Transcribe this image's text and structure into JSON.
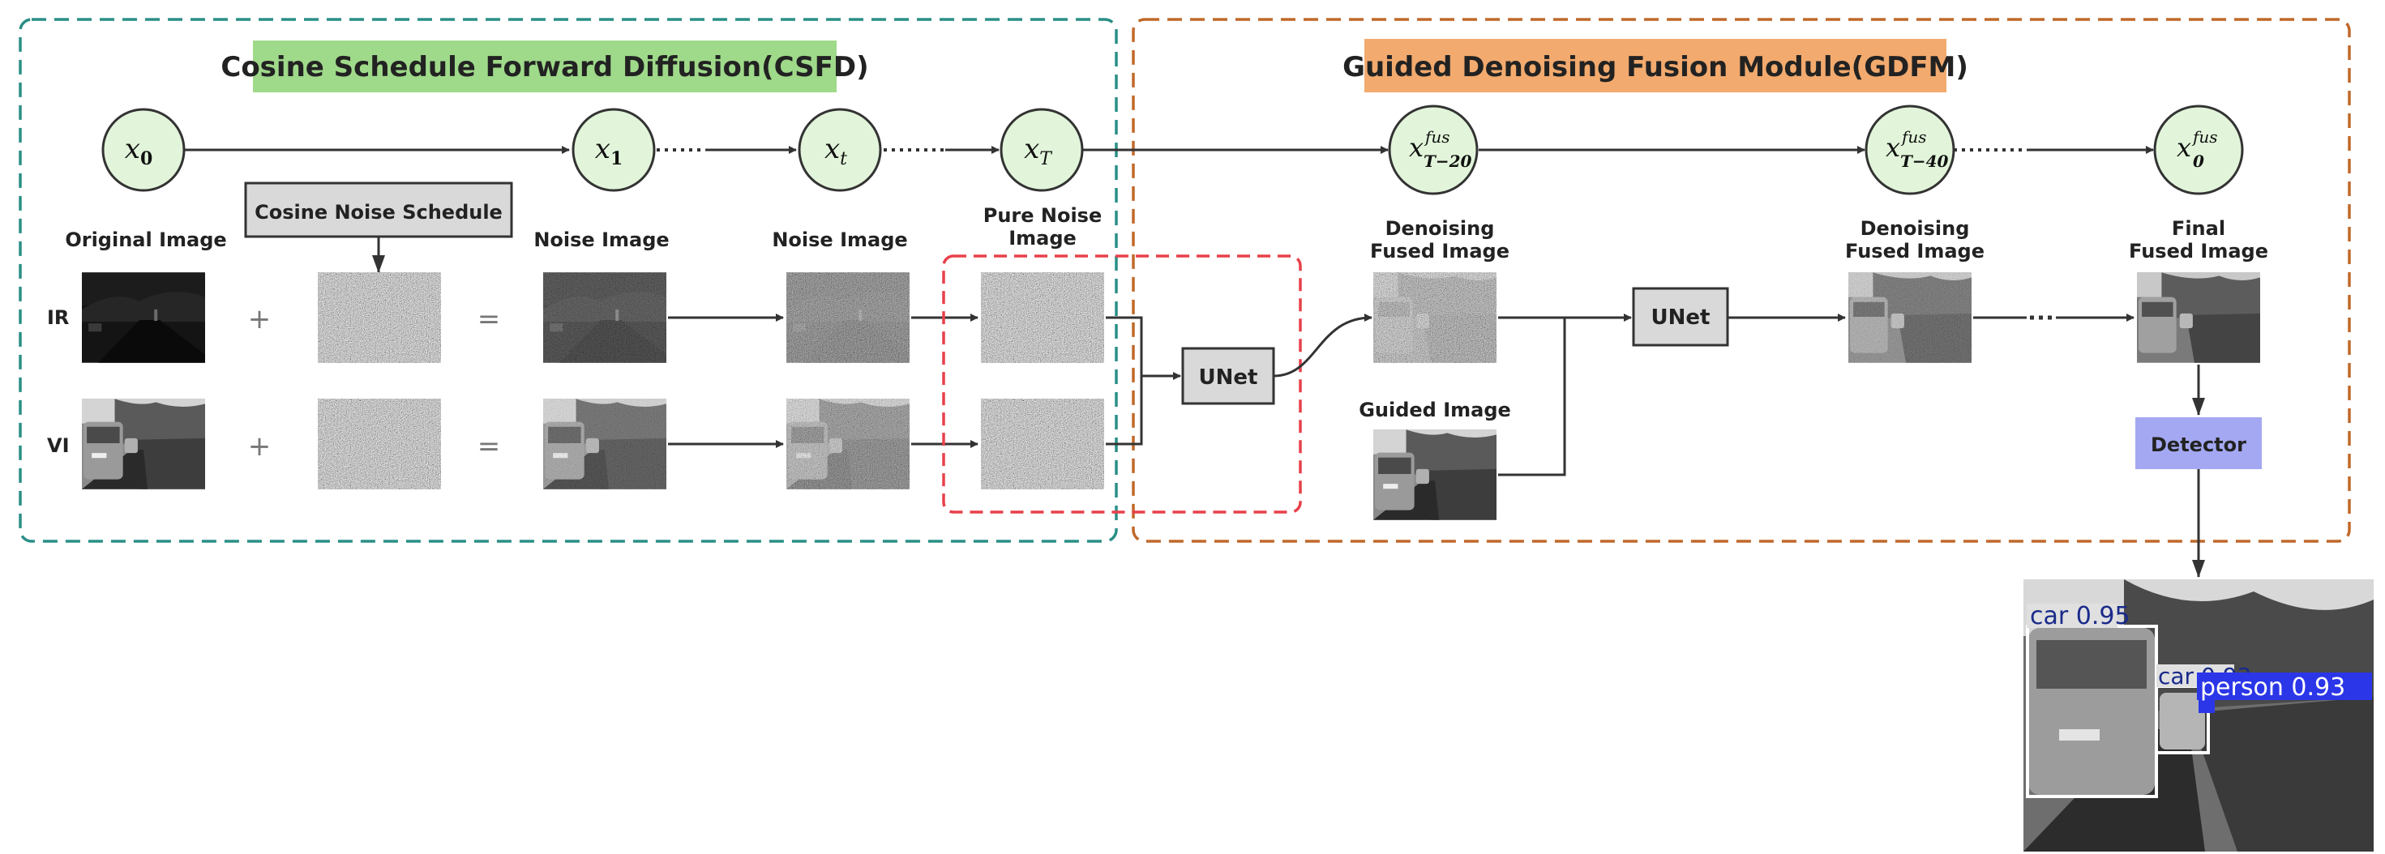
{
  "sections": {
    "csfd_title": "Cosine Schedule Forward Diffusion(CSFD)",
    "gdfm_title": "Guided Denoising Fusion Module(GDFM)"
  },
  "nodes": {
    "x0": {
      "base": "x",
      "sub": "0"
    },
    "x1": {
      "base": "x",
      "sub": "1"
    },
    "xt": {
      "base": "x",
      "sub": "t"
    },
    "xT": {
      "base": "x",
      "sub": "T"
    },
    "xf20": {
      "base": "x",
      "sup": "fus",
      "sub": "T−20"
    },
    "xf40": {
      "base": "x",
      "sup": "fus",
      "sub": "T−40"
    },
    "xf0": {
      "base": "x",
      "sup": "fus",
      "sub": "0"
    }
  },
  "labels": {
    "original_image": "Original Image",
    "cosine_noise_schedule": "Cosine Noise Schedule",
    "noise_image_1": "Noise Image",
    "noise_image_2": "Noise Image",
    "pure_noise_1": "Pure Noise",
    "pure_noise_2": "Image",
    "denoise_a_1": "Denoising",
    "denoise_a_2": "Fused Image",
    "denoise_b_1": "Denoising",
    "denoise_b_2": "Fused Image",
    "final_1": "Final",
    "final_2": "Fused Image",
    "guided_image": "Guided Image",
    "ir": "IR",
    "vi": "VI",
    "plus": "+",
    "equals": "=",
    "unet": "UNet",
    "detector": "Detector"
  },
  "detections": [
    {
      "label": "car",
      "score": "0.95"
    },
    {
      "label": "car",
      "score": "0.93"
    },
    {
      "label": "person",
      "score": "0.93"
    }
  ],
  "colors": {
    "csfd_border": "#2a8f86",
    "gdfm_border": "#c0692a",
    "unet_box_border": "#e8404a",
    "csfd_title_bg": "#9fd98a",
    "gdfm_title_bg": "#f2aa6e",
    "node_fill": "#e2f5da",
    "schedule_fill": "#d9d9d9",
    "unet_fill": "#d9d9d9",
    "detector_fill": "#a4a8f2",
    "person_box": "#2b36e8"
  }
}
